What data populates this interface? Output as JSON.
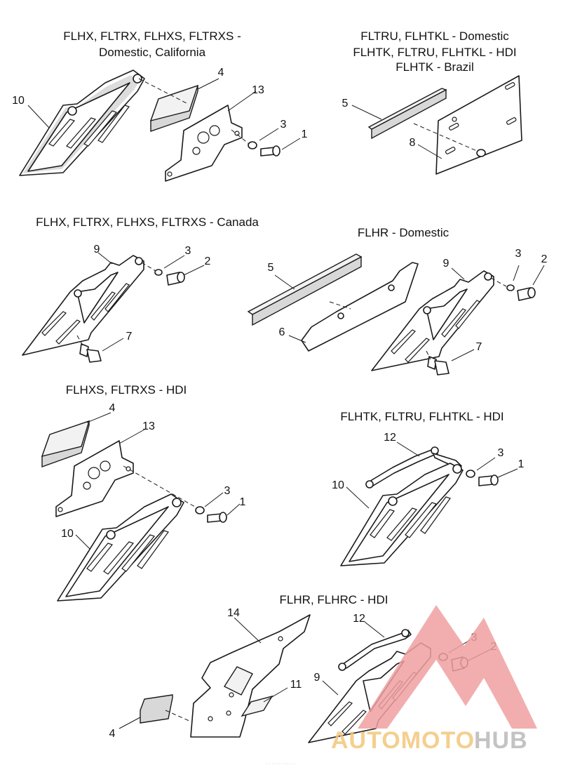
{
  "groups": [
    {
      "title_lines": [
        "FLHX, FLTRX, FLHXS, FLTRXS -",
        "Domestic, California"
      ]
    },
    {
      "title_lines": [
        "FLTRU, FLHTKL - Domestic",
        "FLHTK, FLTRU, FLHTKL - HDI",
        "FLHTK - Brazil"
      ]
    },
    {
      "title_lines": [
        "FLHX, FLTRX, FLHXS, FLTRXS - Canada"
      ]
    },
    {
      "title_lines": [
        "FLHR - Domestic"
      ]
    },
    {
      "title_lines": [
        "FLHXS, FLTRXS - HDI"
      ]
    },
    {
      "title_lines": [
        "FLHTK, FLTRU, FLHTKL - HDI"
      ]
    },
    {
      "title_lines": [
        "FLHR, FLHRC - HDI"
      ]
    }
  ],
  "callouts": {
    "g1": [
      "10",
      "4",
      "13",
      "3",
      "1"
    ],
    "g2": [
      "5",
      "8"
    ],
    "g3": [
      "9",
      "3",
      "2",
      "7"
    ],
    "g4": [
      "5",
      "6",
      "9",
      "3",
      "2",
      "7"
    ],
    "g5": [
      "4",
      "13",
      "3",
      "1",
      "10"
    ],
    "g6": [
      "12",
      "3",
      "1",
      "10"
    ],
    "g7": [
      "14",
      "12",
      "3",
      "2",
      "11",
      "9",
      "4"
    ]
  },
  "watermark": {
    "text_part1": "AUTOMOTO",
    "text_part2": "HUB",
    "color_primary": "#f0a0a0",
    "color_text1": "#f3c77a",
    "color_text2": "#b9b9b9"
  },
  "footer": {
    "text": "· · · · · · · · · ·"
  }
}
